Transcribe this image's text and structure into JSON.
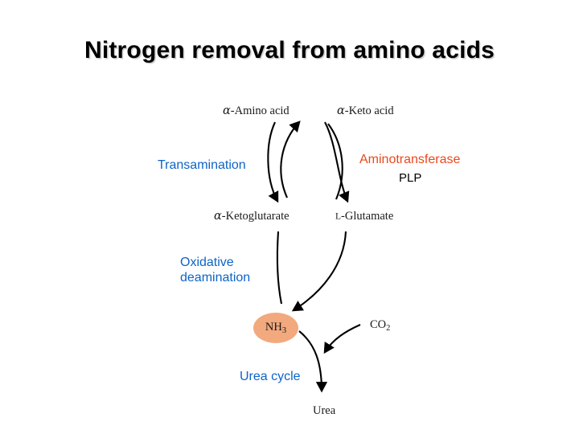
{
  "slide": {
    "title": "Nitrogen removal from amino acids",
    "background": "#ffffff"
  },
  "colors": {
    "title_text": "#000000",
    "title_shadow": "#cfcfcf",
    "annotation_blue": "#0d64c8",
    "annotation_orange": "#e8491d",
    "nh3_bubble": "#f2a97e",
    "arrow_stroke": "#000000",
    "scheme_text": "#1a1a1a"
  },
  "diagram": {
    "type": "metabolic-pathway-scheme",
    "scheme_labels": [
      {
        "id": "alpha-amino-acid",
        "prefix": "α",
        "text": "-Amino acid"
      },
      {
        "id": "alpha-keto-acid",
        "prefix": "α",
        "text": "-Keto acid"
      },
      {
        "id": "alpha-ketoglutarate",
        "prefix": "α",
        "text": "-Ketoglutarate"
      },
      {
        "id": "l-glutamate",
        "prefix": "L",
        "text": "-Glutamate"
      },
      {
        "id": "co2",
        "text": "CO",
        "subscript": "2"
      },
      {
        "id": "nh3",
        "text": "NH",
        "subscript": "3"
      },
      {
        "id": "urea",
        "text": "Urea"
      }
    ],
    "annotations": [
      {
        "id": "transamination",
        "label": "Transamination",
        "color": "#0d64c8"
      },
      {
        "id": "aminotransferase",
        "label": "Aminotransferase",
        "color": "#e8491d"
      },
      {
        "id": "plp",
        "label": "PLP",
        "color": "#000000"
      },
      {
        "id": "oxidative-deamination",
        "label": "Oxidative deamination",
        "color": "#0d64c8"
      },
      {
        "id": "urea-cycle",
        "label": "Urea cycle",
        "color": "#0d64c8"
      }
    ]
  }
}
